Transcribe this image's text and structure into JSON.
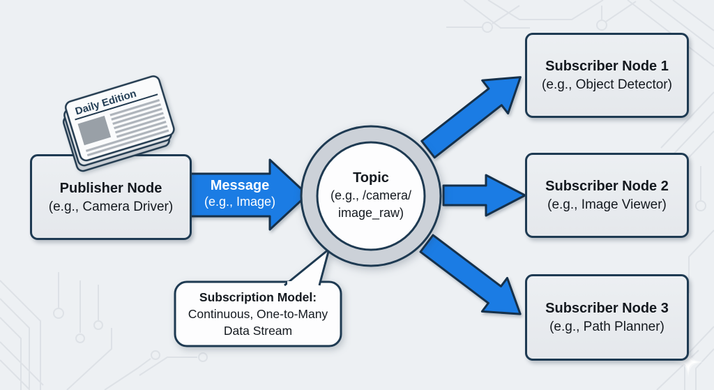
{
  "publisher": {
    "title": "Publisher Node",
    "subtitle": "(e.g., Camera Driver)"
  },
  "newspaper": {
    "masthead": "Daily Edition"
  },
  "message_arrow": {
    "title": "Message",
    "subtitle": "(e.g., Image)"
  },
  "topic": {
    "title": "Topic",
    "line1": "(e.g., /camera/",
    "line2": "image_raw)"
  },
  "subscribers": [
    {
      "title": "Subscriber Node 1",
      "subtitle": "(e.g., Object Detector)"
    },
    {
      "title": "Subscriber Node 2",
      "subtitle": "(e.g., Image Viewer)"
    },
    {
      "title": "Subscriber Node 3",
      "subtitle": "(e.g., Path Planner)"
    }
  ],
  "callout": {
    "title": "Subscription Model:",
    "line1": "Continuous, One-to-Many",
    "line2": "Data Stream"
  },
  "colors": {
    "arrow_blue": "#1b7ce4",
    "outline_navy": "#1e3a52",
    "node_fill": "#e9ecef",
    "ring_gray": "#ccd1d8",
    "inner_circle": "#fdfdfe",
    "background": "#edf0f3",
    "circuit_trace": "#dde1e6",
    "arrow_text": "#ffffff"
  }
}
